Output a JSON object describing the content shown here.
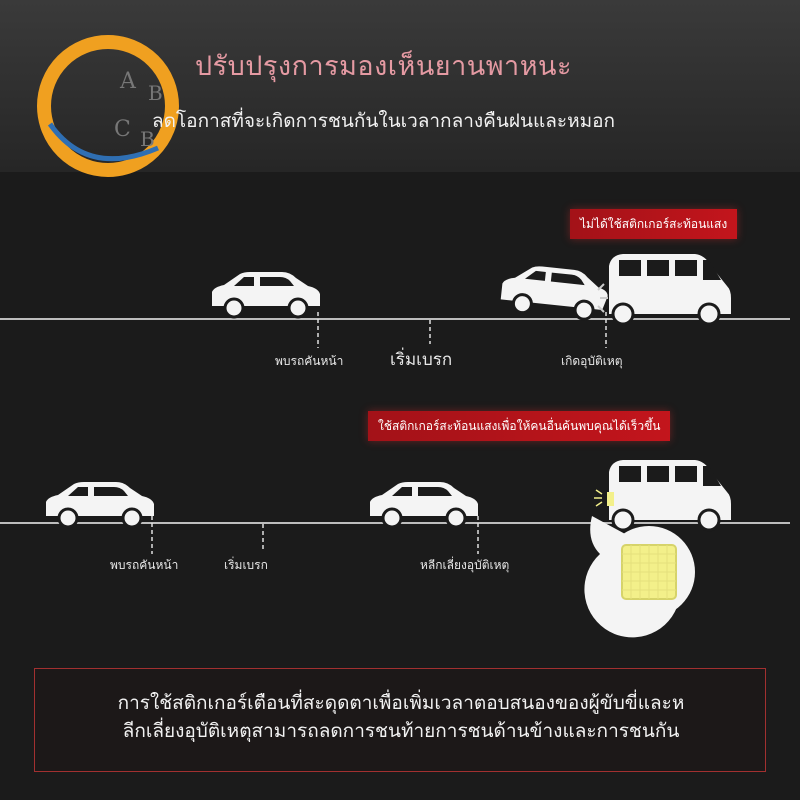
{
  "header": {
    "title": "ปรับปรุงการมองเห็นยานพาหนะ",
    "subtitle": "ลดโอกาสที่จะเกิดการชนกันในเวลากลางคืนฝนและหมอก",
    "logo_letters": [
      "A",
      "B",
      "C",
      "B"
    ]
  },
  "scenario_without": {
    "banner": "ไม่ได้ใช้สติกเกอร์สะท้อนแสง",
    "labels": {
      "see_car": "พบรถคันหน้า",
      "start_brake": "เริ่มเบรก",
      "accident": "เกิดอุบัติเหตุ"
    }
  },
  "scenario_with": {
    "banner": "ใช้สติกเกอร์สะท้อนแสงเพื่อให้คนอื่นค้นพบคุณได้เร็วขึ้น",
    "labels": {
      "see_car": "พบรถคันหน้า",
      "start_brake": "เริ่มเบรก",
      "avoid": "หลีกเลี่ยงอุบัติเหตุ"
    }
  },
  "footer": {
    "line1": "การใช้สติกเกอร์เตือนที่สะดุดตาเพื่อเพิ่มเวลาตอบสนองของผู้ขับขี่และห",
    "line2": "ลีกเลี่ยงอุบัติเหตุสามารถลดการชนท้ายการชนด้านข้างและการชนกัน"
  },
  "colors": {
    "title": "#e59aa3",
    "banner_red": "#c3151c",
    "road": "#bdbdbd",
    "car": "#f4f4f4",
    "reflector": "#f3f08a",
    "logo_orange": "#f0a020",
    "logo_blue": "#2f6fb3"
  }
}
